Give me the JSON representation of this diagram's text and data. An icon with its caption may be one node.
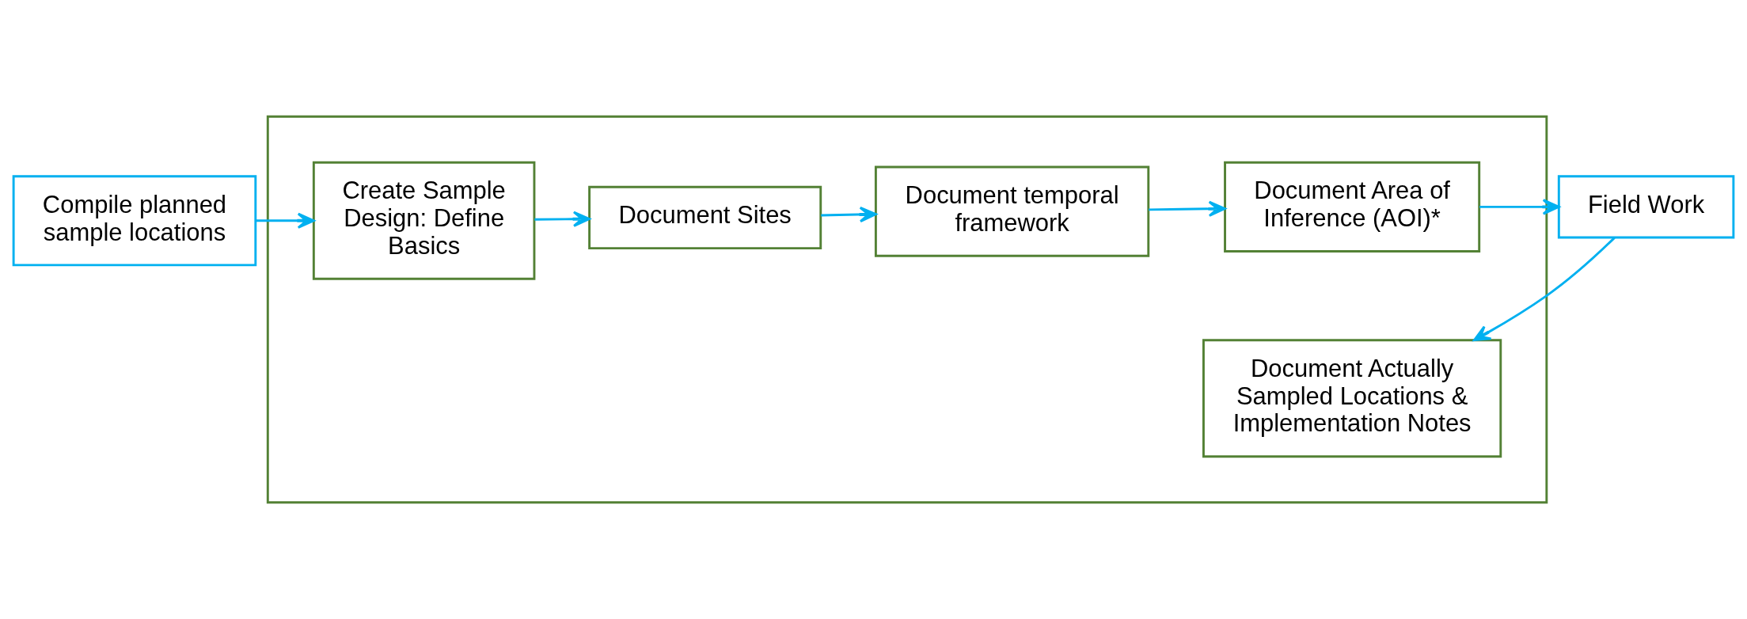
{
  "diagram": {
    "nodes": [
      {
        "text": [
          "Compile planned sample locations"
        ]
      },
      {
        "text": [],
        "shape": "box"
      },
      {
        "text": [
          "Create Sample Design: Define Basics"
        ],
        "in": 1
      },
      {
        "text": [
          "Document Sites"
        ],
        "in": 1
      },
      {
        "text": [
          "Document temporal framework"
        ],
        "in": 1
      },
      {
        "text": [
          "Document Area of Inference (AOI)*"
        ],
        "in": 1
      },
      {
        "text": [
          "Field Work"
        ]
      },
      {
        "text": [
          "Document Actually Sampled Locations & Implementation Notes"
        ],
        "in": 1
      }
    ],
    "edges": [
      {
        "from": 0,
        "to": 2,
        "arrow": "to"
      },
      {
        "from": 2,
        "to": 3,
        "arrow": "to"
      },
      {
        "from": 3,
        "to": 4,
        "arrow": "to"
      },
      {
        "from": 4,
        "to": 5,
        "arrow": "to"
      },
      {
        "from": 5,
        "to": 6,
        "arrow": "to"
      },
      {
        "from": 6,
        "to": 7,
        "arrow": "to"
      }
    ]
  }
}
